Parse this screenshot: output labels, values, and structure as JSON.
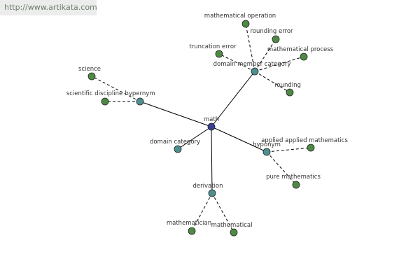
{
  "watermark": "http://www.artikata.com",
  "colors": {
    "root": "#3a3f8f",
    "relation": "#4f8f8f",
    "leaf": "#4e8a44"
  },
  "nodes": {
    "math": "math",
    "hypernym": "hypernym",
    "science": "science",
    "scientific_discipline": "scientific discipline",
    "domain_member_category": "domain member category",
    "mathematical_operation": "mathematical operation",
    "rounding_error": "rounding error",
    "truncation_error": "truncation error",
    "mathematical_process": "mathematical process",
    "rounding": "rounding",
    "domain_category": "domain category",
    "hyponym": "hyponym",
    "applied_applied_mathematics": "applied applied mathematics",
    "pure_mathematics": "pure mathematics",
    "derivation": "derivation",
    "mathematician": "mathematician",
    "mathematical": "mathematical"
  }
}
